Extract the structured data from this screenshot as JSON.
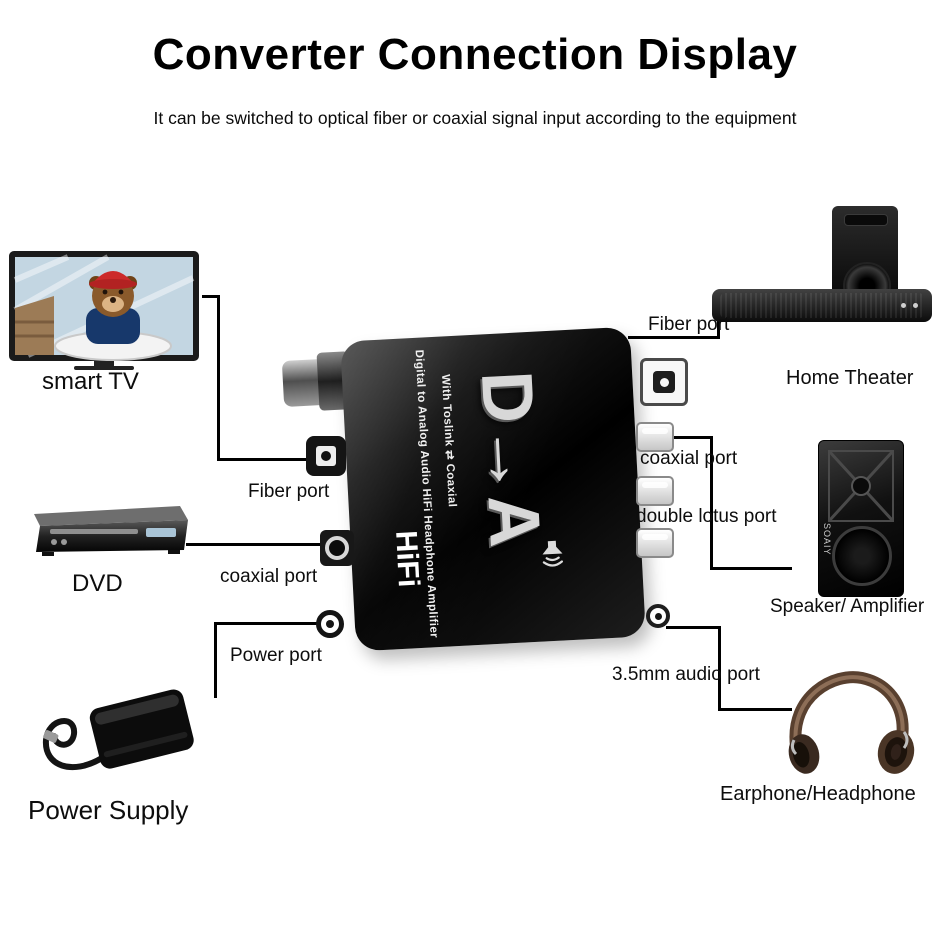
{
  "header": {
    "title": "Converter Connection Display",
    "subtitle": "It can be switched to optical fiber or coaxial signal input according to the equipment"
  },
  "converter": {
    "logo": "D→A",
    "marking_line1": "Digital to Analog Audio HiFi Headphone Amplifier",
    "marking_line2": "With Toslink ⇄ Coaxial",
    "hifi": "HiFi"
  },
  "ports": {
    "left_fiber": "Fiber port",
    "left_coaxial": "coaxial port",
    "power": "Power port",
    "right_fiber": "Fiber port",
    "right_coaxial": "coaxial port",
    "double_lotus": "double lotus port",
    "audio_35mm": "3.5mm audio port"
  },
  "devices": {
    "smart_tv": "smart TV",
    "dvd": "DVD",
    "power_supply": "Power Supply",
    "home_theater": "Home Theater",
    "speaker": "Speaker/ Amplifier",
    "speaker_brand": "SOAIY",
    "headphone": "Earphone/Headphone"
  },
  "colors": {
    "connector": "#000000",
    "converter_body": "#0b0b0b",
    "marking_text": "#f0f0f0"
  }
}
